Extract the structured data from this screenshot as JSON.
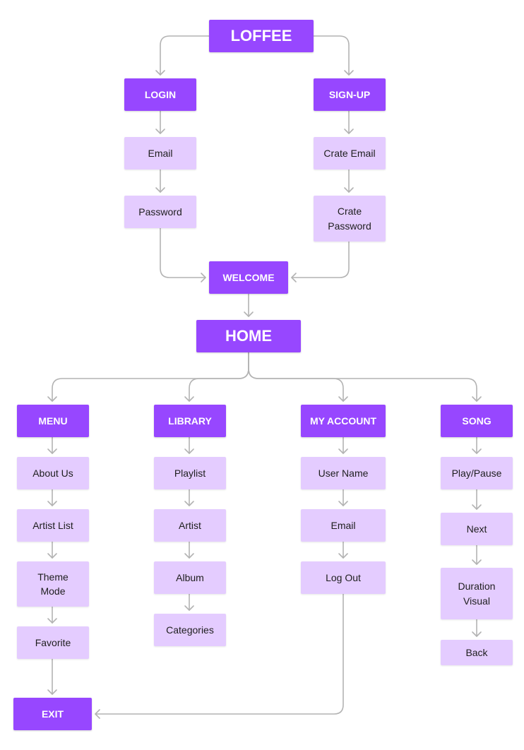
{
  "colors": {
    "primary": "#9747ff",
    "secondary": "#e4ccff",
    "connector": "#b3b3b3",
    "primary_text": "#ffffff",
    "secondary_text": "#1e1e1e"
  },
  "nodes": {
    "loffee": "LOFFEE",
    "login": "LOGIN",
    "signup": "SIGN-UP",
    "login_email": "Email",
    "login_password": "Password",
    "create_email": "Crate Email",
    "create_password": "Crate\nPassword",
    "welcome": "WELCOME",
    "home": "HOME",
    "menu": "MENU",
    "library": "LIBRARY",
    "my_account": "MY ACCOUNT",
    "song": "SONG",
    "about_us": "About Us",
    "artist_list": "Artist List",
    "theme_mode": "Theme\nMode",
    "favorite": "Favorite",
    "playlist": "Playlist",
    "artist": "Artist",
    "album": "Album",
    "categories": "Categories",
    "user_name": "User Name",
    "account_email": "Email",
    "log_out": "Log Out",
    "play_pause": "Play/Pause",
    "next": "Next",
    "duration_visual": "Duration\nVisual",
    "back": "Back",
    "exit": "EXIT"
  },
  "edges": [
    [
      "loffee",
      "login"
    ],
    [
      "loffee",
      "signup"
    ],
    [
      "login",
      "login_email"
    ],
    [
      "login_email",
      "login_password"
    ],
    [
      "login_password",
      "welcome"
    ],
    [
      "signup",
      "create_email"
    ],
    [
      "create_email",
      "create_password"
    ],
    [
      "create_password",
      "welcome"
    ],
    [
      "welcome",
      "home"
    ],
    [
      "home",
      "menu"
    ],
    [
      "home",
      "library"
    ],
    [
      "home",
      "my_account"
    ],
    [
      "home",
      "song"
    ],
    [
      "menu",
      "about_us"
    ],
    [
      "about_us",
      "artist_list"
    ],
    [
      "artist_list",
      "theme_mode"
    ],
    [
      "theme_mode",
      "favorite"
    ],
    [
      "favorite",
      "exit"
    ],
    [
      "library",
      "playlist"
    ],
    [
      "playlist",
      "artist"
    ],
    [
      "artist",
      "album"
    ],
    [
      "album",
      "categories"
    ],
    [
      "my_account",
      "user_name"
    ],
    [
      "user_name",
      "account_email"
    ],
    [
      "account_email",
      "log_out"
    ],
    [
      "log_out",
      "exit"
    ],
    [
      "song",
      "play_pause"
    ],
    [
      "play_pause",
      "next"
    ],
    [
      "next",
      "duration_visual"
    ],
    [
      "duration_visual",
      "back"
    ]
  ]
}
